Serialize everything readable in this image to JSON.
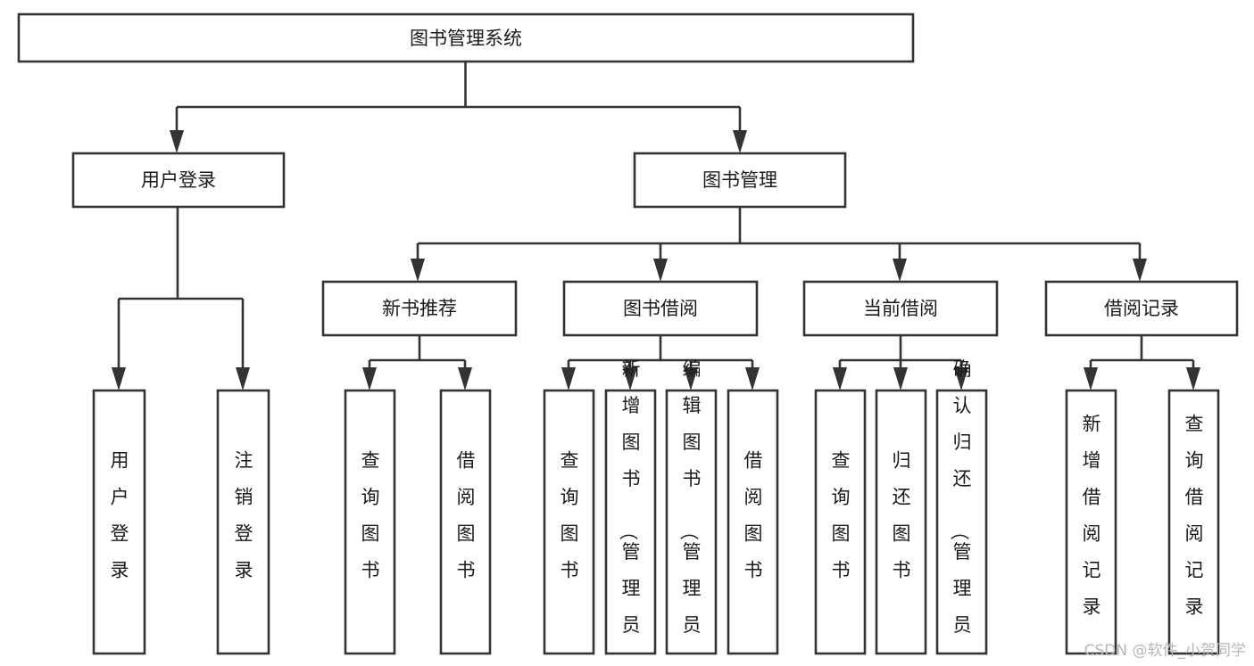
{
  "diagram": {
    "kind": "tree-hierarchy",
    "title_node": {
      "id": "root",
      "label": "图书管理系统",
      "orientation": "horizontal"
    },
    "level2": [
      {
        "id": "user-login",
        "label": "用户登录",
        "orientation": "horizontal"
      },
      {
        "id": "book-manage",
        "label": "图书管理",
        "orientation": "horizontal"
      }
    ],
    "level3": [
      {
        "id": "new-book-rec",
        "label": "新书推荐",
        "orientation": "horizontal",
        "parent": "book-manage"
      },
      {
        "id": "book-borrow",
        "label": "图书借阅",
        "orientation": "horizontal",
        "parent": "book-manage"
      },
      {
        "id": "current-borrow",
        "label": "当前借阅",
        "orientation": "horizontal",
        "parent": "book-manage"
      },
      {
        "id": "borrow-record",
        "label": "借阅记录",
        "orientation": "horizontal",
        "parent": "book-manage"
      }
    ],
    "leaves": {
      "user-login": [
        {
          "id": "leaf-user-login",
          "label": "用户登录",
          "orientation": "vertical"
        },
        {
          "id": "leaf-logout",
          "label": "注销登录",
          "orientation": "vertical"
        }
      ],
      "new-book-rec": [
        {
          "id": "leaf-query-book-1",
          "label": "查询图书",
          "orientation": "vertical"
        },
        {
          "id": "leaf-borrow-book-1",
          "label": "借阅图书",
          "orientation": "vertical"
        }
      ],
      "book-borrow": [
        {
          "id": "leaf-query-book-2",
          "label": "查询图书",
          "orientation": "vertical"
        },
        {
          "id": "leaf-add-book",
          "label": "新增图书（管理员）",
          "orientation": "vertical"
        },
        {
          "id": "leaf-edit-book",
          "label": "编辑图书（管理员）",
          "orientation": "vertical"
        },
        {
          "id": "leaf-borrow-book-2",
          "label": "借阅图书",
          "orientation": "vertical"
        }
      ],
      "current-borrow": [
        {
          "id": "leaf-query-book-3",
          "label": "查询图书",
          "orientation": "vertical"
        },
        {
          "id": "leaf-return-book",
          "label": "归还图书",
          "orientation": "vertical"
        },
        {
          "id": "leaf-confirm-return",
          "label": "确认归还（管理员）",
          "orientation": "vertical"
        }
      ],
      "borrow-record": [
        {
          "id": "leaf-add-record",
          "label": "新增借阅记录",
          "orientation": "vertical"
        },
        {
          "id": "leaf-query-record",
          "label": "查询借阅记录",
          "orientation": "vertical"
        }
      ]
    },
    "colors": {
      "box_fill": "#ffffff",
      "box_stroke": "#333333",
      "text": "#1a1a1a",
      "connector": "#333333",
      "background": "#ffffff",
      "watermark": "#b8b8b8"
    }
  },
  "watermark": {
    "text": "CSDN @软件_小贺同学"
  }
}
